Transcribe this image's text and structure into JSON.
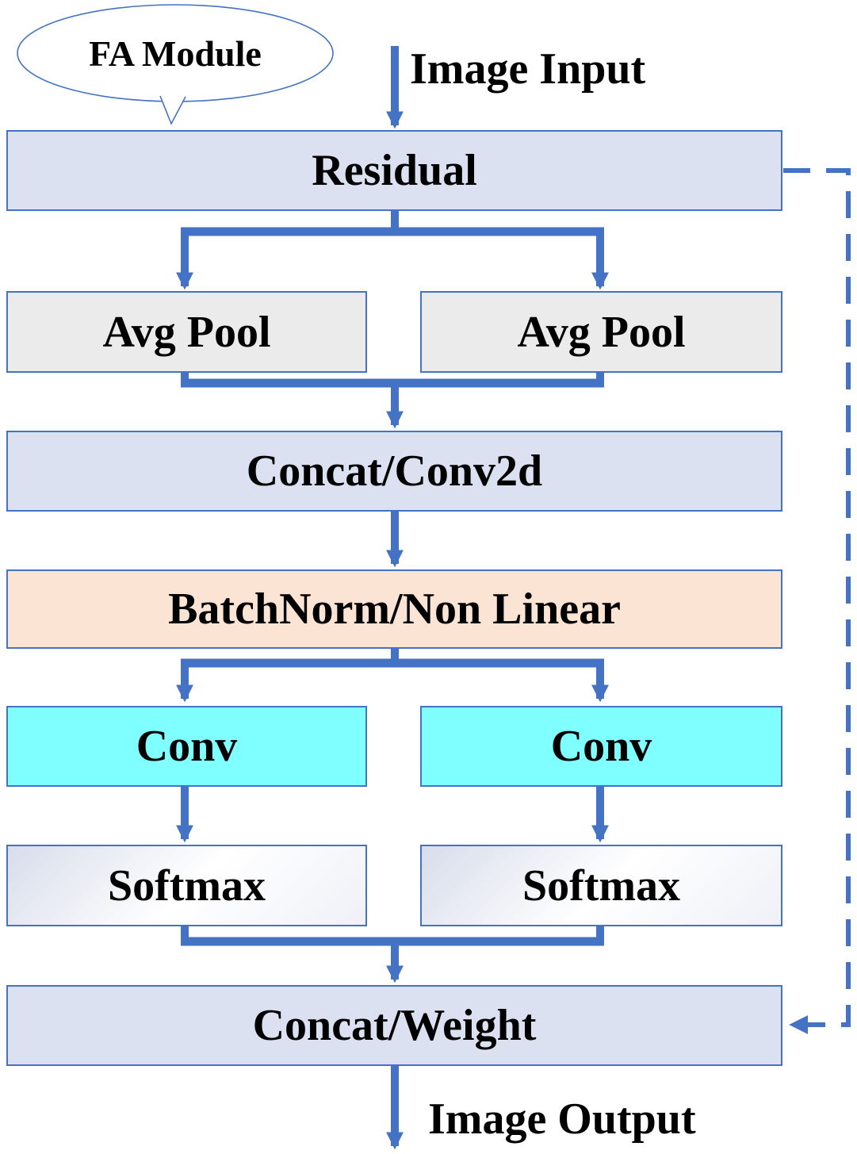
{
  "bubble": {
    "label": "FA Module"
  },
  "flow": {
    "input_label": "Image Input",
    "output_label": "Image Output"
  },
  "nodes": {
    "residual": {
      "label": "Residual"
    },
    "avg_pool_left": {
      "label": "Avg Pool"
    },
    "avg_pool_right": {
      "label": "Avg Pool"
    },
    "concat_conv2d": {
      "label": "Concat/Conv2d"
    },
    "batchnorm_nonlinear": {
      "label": "BatchNorm/Non Linear"
    },
    "conv_left": {
      "label": "Conv"
    },
    "conv_right": {
      "label": "Conv"
    },
    "softmax_left": {
      "label": "Softmax"
    },
    "softmax_right": {
      "label": "Softmax"
    },
    "concat_weight": {
      "label": "Concat/Weight"
    }
  },
  "edges": [
    {
      "from": "Image Input",
      "to": "Residual",
      "style": "solid"
    },
    {
      "from": "Residual",
      "to": "Avg Pool (left)",
      "style": "solid"
    },
    {
      "from": "Residual",
      "to": "Avg Pool (right)",
      "style": "solid"
    },
    {
      "from": "Avg Pool (left)",
      "to": "Concat/Conv2d",
      "style": "solid"
    },
    {
      "from": "Avg Pool (right)",
      "to": "Concat/Conv2d",
      "style": "solid"
    },
    {
      "from": "Concat/Conv2d",
      "to": "BatchNorm/Non Linear",
      "style": "solid"
    },
    {
      "from": "BatchNorm/Non Linear",
      "to": "Conv (left)",
      "style": "solid"
    },
    {
      "from": "BatchNorm/Non Linear",
      "to": "Conv (right)",
      "style": "solid"
    },
    {
      "from": "Conv (left)",
      "to": "Softmax (left)",
      "style": "solid"
    },
    {
      "from": "Conv (right)",
      "to": "Softmax (right)",
      "style": "solid"
    },
    {
      "from": "Softmax (left)",
      "to": "Concat/Weight",
      "style": "solid"
    },
    {
      "from": "Softmax (right)",
      "to": "Concat/Weight",
      "style": "solid"
    },
    {
      "from": "Concat/Weight",
      "to": "Image Output",
      "style": "solid"
    },
    {
      "from": "Residual",
      "to": "Concat/Weight",
      "style": "dashed"
    }
  ],
  "colors": {
    "arrow": "#4472C4",
    "border": "#4472C4",
    "fill_lavender": "#DCE1F2",
    "fill_gray": "#EBEBEB",
    "fill_peach": "#FCE4D4",
    "fill_cyan": "#7FFFFF",
    "fill_softmax_a": "#D8DDEB",
    "fill_softmax_b": "#FFFFFF",
    "fill_softmax_c": "#EFF1F7",
    "text_color": "#000000"
  }
}
